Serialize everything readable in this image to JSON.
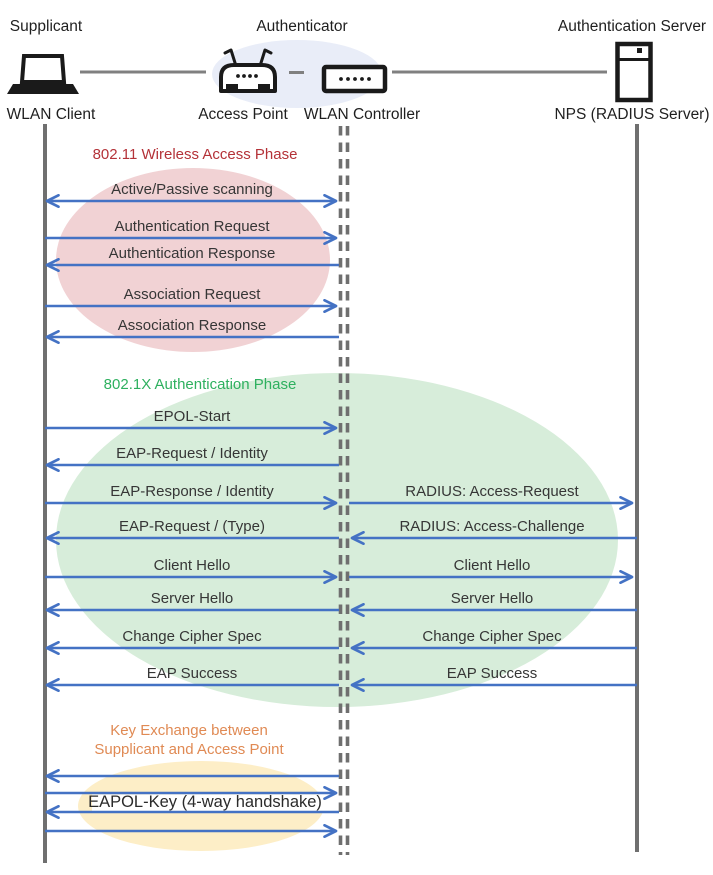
{
  "roles": {
    "supplicant": "Supplicant",
    "authenticator": "Authenticator",
    "authentication_server": "Authentication Server"
  },
  "nodes": {
    "wlan_client": "WLAN Client",
    "access_point": "Access Point",
    "wlan_controller": "WLAN Controller",
    "nps": "NPS (RADIUS Server)"
  },
  "icons": {
    "wlan_client": "laptop-icon",
    "access_point": "wireless-router-icon",
    "wlan_controller": "controller-box-icon",
    "nps": "server-icon"
  },
  "phase_80211": {
    "title": "802.11 Wireless Access Phase",
    "title_color": "#b43238",
    "ellipse_color": "#f1d2d4",
    "messages": [
      {
        "label": "Active/Passive scanning",
        "direction": "both"
      },
      {
        "label": "Authentication Request",
        "direction": "right"
      },
      {
        "label": "Authentication Response",
        "direction": "left"
      },
      {
        "label": "Association Request",
        "direction": "right"
      },
      {
        "label": "Association Response",
        "direction": "left"
      }
    ]
  },
  "phase_8021x": {
    "title": "802.1X Authentication Phase",
    "title_color": "#2eb05f",
    "ellipse_color": "#d7edda",
    "client_messages": [
      {
        "label": "EPOL-Start",
        "direction": "right"
      },
      {
        "label": "EAP-Request / Identity",
        "direction": "left"
      },
      {
        "label": "EAP-Response / Identity",
        "direction": "right"
      },
      {
        "label": "EAP-Request / (Type)",
        "direction": "left"
      },
      {
        "label": "Client Hello",
        "direction": "right"
      },
      {
        "label": "Server Hello",
        "direction": "left"
      },
      {
        "label": "Change Cipher Spec",
        "direction": "left"
      },
      {
        "label": "EAP Success",
        "direction": "left"
      }
    ],
    "radius_messages": [
      {
        "label": "RADIUS: Access-Request",
        "direction": "right"
      },
      {
        "label": "RADIUS: Access-Challenge",
        "direction": "left"
      },
      {
        "label": "Client Hello",
        "direction": "right"
      },
      {
        "label": "Server Hello",
        "direction": "left"
      },
      {
        "label": "Change Cipher Spec",
        "direction": "left"
      },
      {
        "label": "EAP Success",
        "direction": "left"
      }
    ]
  },
  "phase_key_exchange": {
    "title_line1": "Key Exchange between",
    "title_line2": "Supplicant and Access Point",
    "title_color": "#e08a54",
    "ellipse_color": "#fdeec7",
    "message": "EAPOL-Key (4-way handshake)"
  },
  "colors": {
    "arrow": "#4472c4",
    "lifeline": "#6f6f6f",
    "connector": "#808080",
    "icon": "#1a1a1a",
    "authenticator_ellipse": "#e9edf8"
  }
}
